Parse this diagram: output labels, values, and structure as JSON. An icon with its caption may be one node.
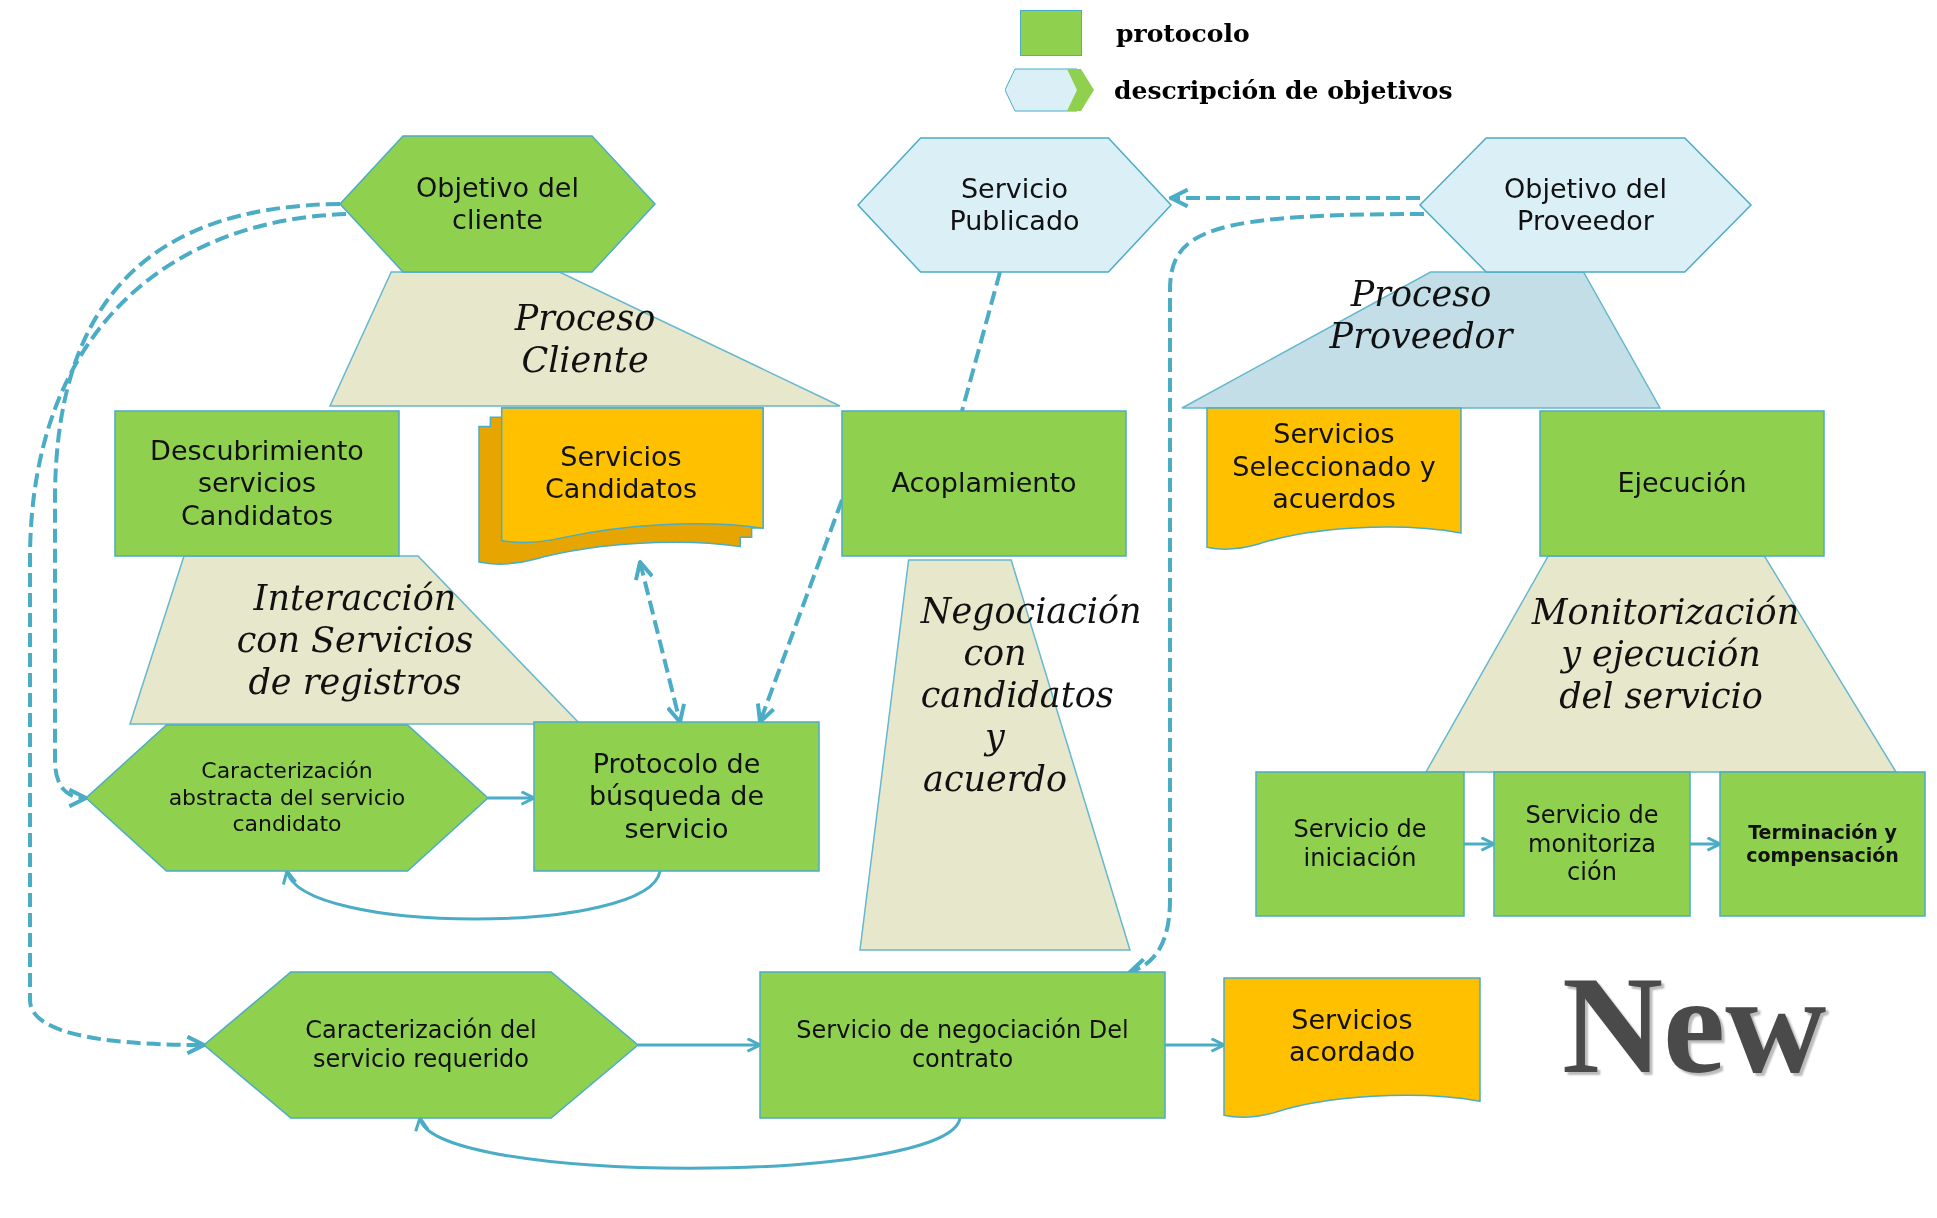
{
  "diagram": {
    "nodes": [
      {
        "text": [
          "Objetivo del cliente"
        ]
      },
      {
        "text": [
          "Servicio Publicado"
        ]
      },
      {
        "text": [
          "Objetivo del Proveedor"
        ]
      },
      {
        "text": [
          "Proceso Cliente"
        ]
      },
      {
        "text": [
          "Proceso Proveedor"
        ]
      },
      {
        "text": [
          "Descubrimiento servicios Candidatos"
        ]
      },
      {
        "text": [
          "Servicios Candidatos"
        ]
      },
      {
        "text": [
          "Acoplamiento"
        ]
      },
      {
        "text": [
          "Servicios Seleccionado y acuerdos"
        ]
      },
      {
        "text": [
          "Ejecución"
        ]
      },
      {
        "text": [
          "Interacción con Servicios de registros"
        ]
      },
      {
        "text": [
          "Negociación con candidatos y acuerdo"
        ]
      },
      {
        "text": [
          "Monitorización y ejecución del servicio"
        ]
      },
      {
        "text": [
          "Caracterización abstracta del servicio candidato"
        ]
      },
      {
        "text": [
          "Protocolo de búsqueda de servicio"
        ]
      },
      {
        "text": [
          "Servicio de iniciación"
        ]
      },
      {
        "text": [
          "Servicio de monitoriza ción"
        ]
      },
      {
        "text": [
          "Terminación y compensación"
        ]
      },
      {
        "text": [
          "Caracterización del servicio requerido"
        ]
      },
      {
        "text": [
          "Servicio de negociación Del contrato"
        ]
      },
      {
        "text": [
          "Servicios acordado"
        ]
      }
    ],
    "edges": [
      {
        "from": 0,
        "to": 13,
        "arrow": "to",
        "style": "dashed"
      },
      {
        "from": 0,
        "to": 18,
        "arrow": "to",
        "style": "dashed"
      },
      {
        "from": 2,
        "to": 1,
        "arrow": "to",
        "style": "dashed"
      },
      {
        "from": 2,
        "to": 19,
        "arrow": "to",
        "style": "dashed"
      },
      {
        "from": 1,
        "to": 7,
        "arrow": "none",
        "style": "dashed"
      },
      {
        "from": 7,
        "to": 14,
        "arrow": "to",
        "style": "dashed"
      },
      {
        "from": 6,
        "to": 14,
        "arrow": "both",
        "style": "dashed"
      },
      {
        "from": 13,
        "to": 14,
        "arrow": "to"
      },
      {
        "from": 14,
        "to": 13,
        "arrow": "to"
      },
      {
        "from": 18,
        "to": 19,
        "arrow": "to"
      },
      {
        "from": 19,
        "to": 20,
        "arrow": "to"
      },
      {
        "from": 19,
        "to": 18,
        "arrow": "to"
      },
      {
        "from": 15,
        "to": 16,
        "arrow": "to"
      },
      {
        "from": 16,
        "to": 17,
        "arrow": "to"
      }
    ],
    "labels": [
      "New"
    ],
    "legend": [
      {
        "text": "protocolo",
        "color": "#8fd14f"
      },
      {
        "text": "descripción de objetivos"
      }
    ]
  }
}
